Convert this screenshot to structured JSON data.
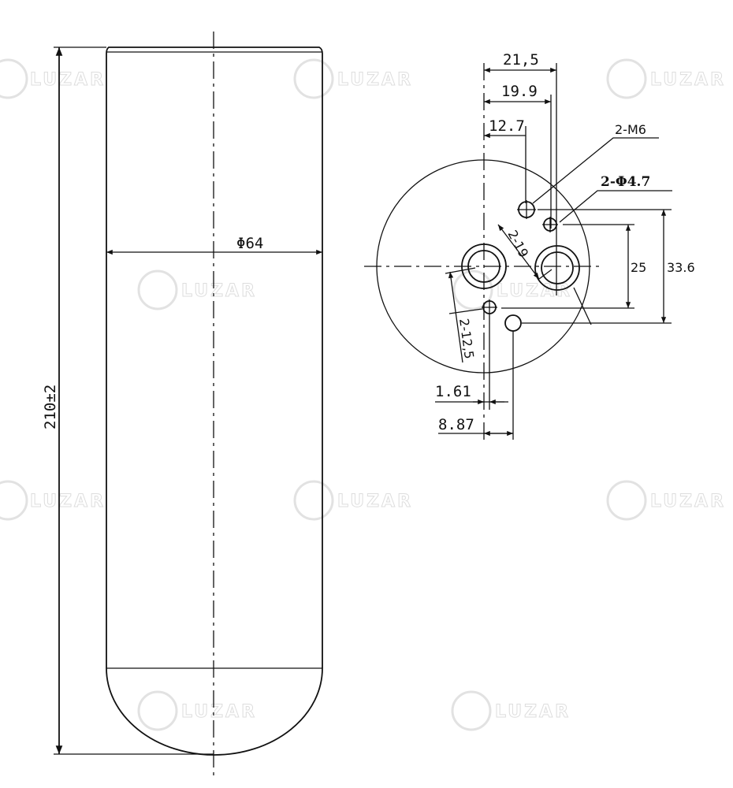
{
  "watermark": {
    "logo_text": "LUZAR"
  },
  "side_view": {
    "diameter_label": "Φ64",
    "length_label": "210±2"
  },
  "end_view": {
    "dims": {
      "d21_5": "21,5",
      "d19_9": "19.9",
      "d12_7": "12.7",
      "thread": "2-M6",
      "holes": "2-Φ4.7",
      "port_19": "2-19",
      "port_12_5": "2-12,5",
      "v25": "25",
      "v33_6": "33.6",
      "h1_61": "1.61",
      "h8_87": "8.87"
    }
  }
}
